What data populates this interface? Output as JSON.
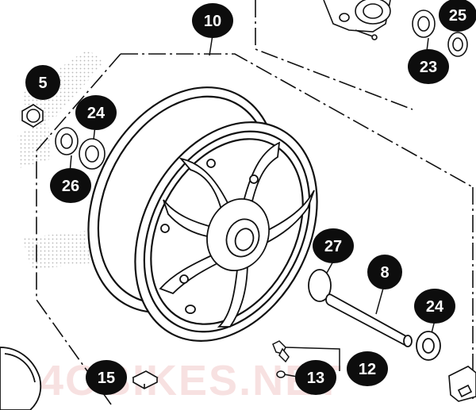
{
  "callouts": {
    "c10": "10",
    "c5": "5",
    "c24a": "24",
    "c26": "26",
    "c25": "25",
    "c23": "23",
    "c27": "27",
    "c8": "8",
    "c24b": "24",
    "c12": "12",
    "c13": "13",
    "c15": "15"
  },
  "watermark": "4OBIKES.NET",
  "colors": {
    "line": "#111111",
    "callout_fill": "#0d0d0d",
    "callout_text": "#ffffff",
    "watermark": "#f2c9c9",
    "halftone": "#b9b9b9"
  }
}
